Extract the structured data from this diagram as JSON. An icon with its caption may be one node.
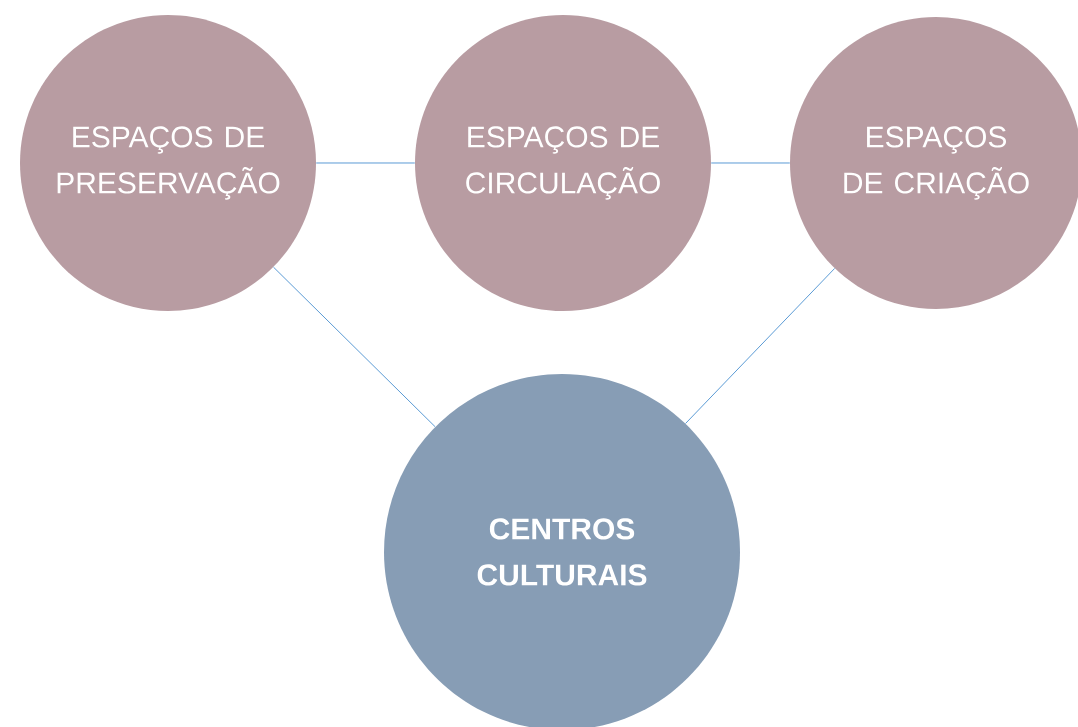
{
  "diagram": {
    "nodes": [
      {
        "text": [
          "ESPAÇOS DE PRESERVAÇÃO"
        ]
      },
      {
        "text": [
          "ESPAÇOS DE CIRCULAÇÃO"
        ]
      },
      {
        "text": [
          "ESPAÇOS DE CRIAÇÃO"
        ]
      },
      {
        "text": [
          "CENTROS CULTURAIS"
        ]
      }
    ],
    "edges": [
      {
        "from": 0,
        "to": 1,
        "arrow": "none"
      },
      {
        "from": 1,
        "to": 2,
        "arrow": "none"
      },
      {
        "from": 0,
        "to": 3,
        "arrow": "none"
      },
      {
        "from": 2,
        "to": 3,
        "arrow": "none"
      }
    ]
  }
}
